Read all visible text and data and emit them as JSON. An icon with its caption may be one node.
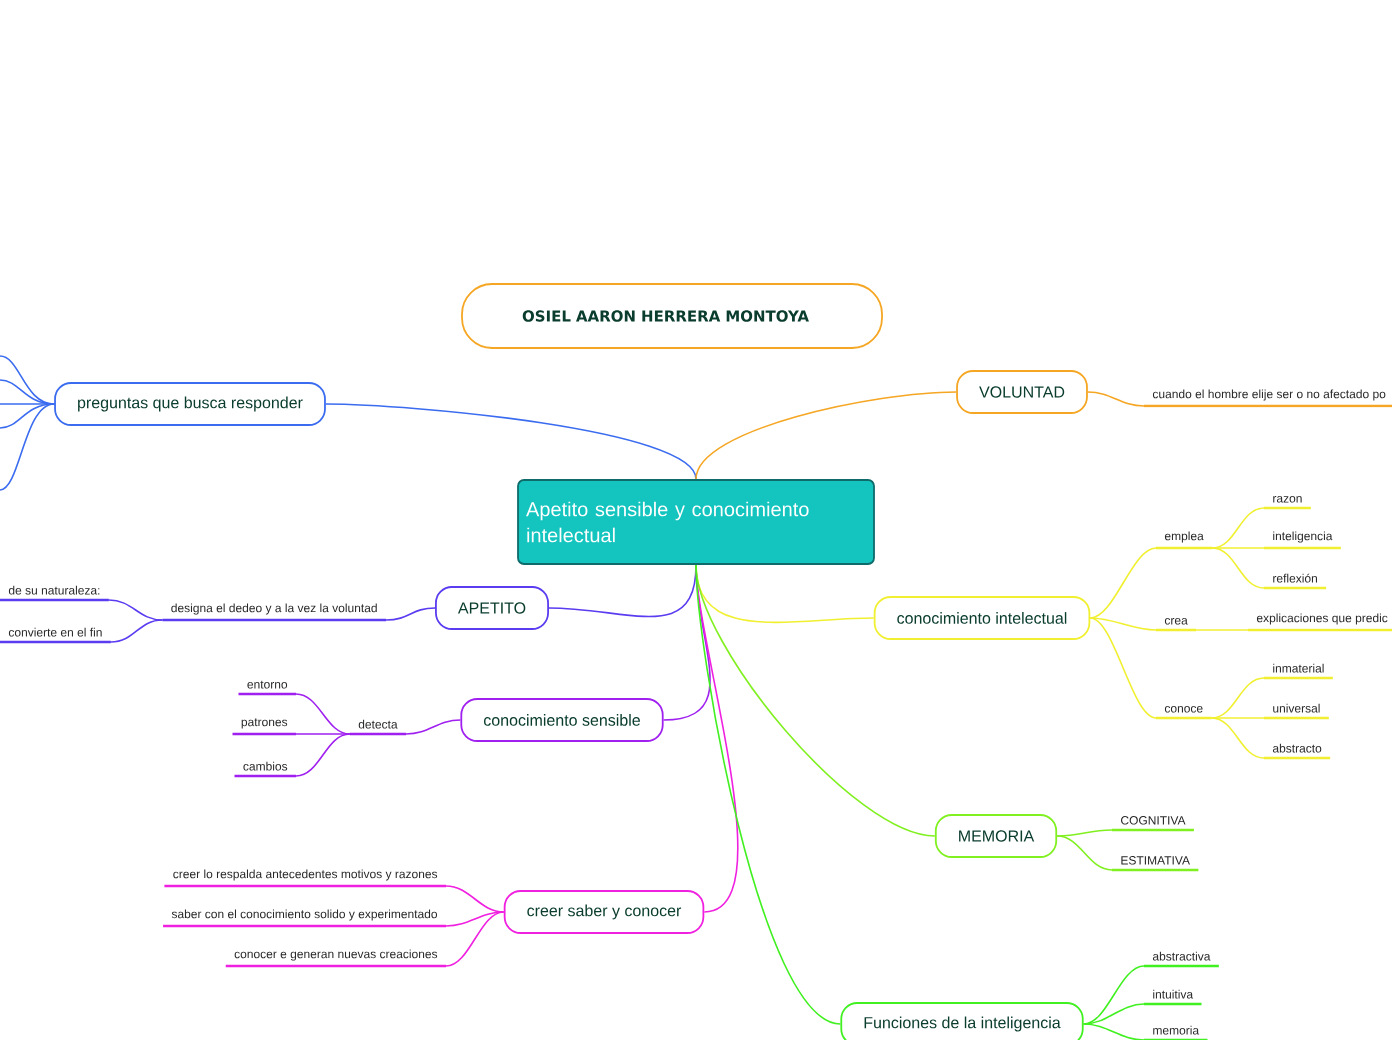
{
  "diagram": {
    "nodes": [
      {
        "text": [
          "OSIEL AARON HERRERA MONTOYA"
        ]
      },
      {
        "text": [
          "Apetito sensible y conocimiento intelectual"
        ]
      },
      {
        "text": [
          "preguntas que busca responder"
        ]
      },
      {
        "text": [
          "VOLUNTAD"
        ]
      },
      {
        "text": [
          "cuando el hombre elije ser o no afectado po"
        ]
      },
      {
        "text": [
          "conocimiento intelectual"
        ]
      },
      {
        "text": [
          "emplea"
        ]
      },
      {
        "text": [
          "razon"
        ]
      },
      {
        "text": [
          "inteligencia"
        ]
      },
      {
        "text": [
          "reflexión"
        ]
      },
      {
        "text": [
          "crea"
        ]
      },
      {
        "text": [
          "explicaciones que predic"
        ]
      },
      {
        "text": [
          "conoce"
        ]
      },
      {
        "text": [
          "inmaterial"
        ]
      },
      {
        "text": [
          "universal"
        ]
      },
      {
        "text": [
          "abstracto"
        ]
      },
      {
        "text": [
          "APETITO"
        ]
      },
      {
        "text": [
          "designa el dedeo y a la vez la voluntad"
        ]
      },
      {
        "text": [
          "de su naturaleza:"
        ]
      },
      {
        "text": [
          "convierte en el fin"
        ]
      },
      {
        "text": [
          "conocimiento sensible"
        ]
      },
      {
        "text": [
          "detecta"
        ]
      },
      {
        "text": [
          "entorno"
        ]
      },
      {
        "text": [
          "patrones"
        ]
      },
      {
        "text": [
          "cambios"
        ]
      },
      {
        "text": [
          "creer saber y conocer"
        ]
      },
      {
        "text": [
          "creer lo respalda antecedentes motivos y razones"
        ]
      },
      {
        "text": [
          "saber con el conocimiento solido y experimentado"
        ]
      },
      {
        "text": [
          "conocer e generan nuevas creaciones"
        ]
      },
      {
        "text": [
          "MEMORIA"
        ]
      },
      {
        "text": [
          "COGNITIVA"
        ]
      },
      {
        "text": [
          "ESTIMATIVA"
        ]
      },
      {
        "text": [
          "Funciones de la inteligencia"
        ]
      },
      {
        "text": [
          "abstractiva"
        ]
      },
      {
        "text": [
          "intuitiva"
        ]
      },
      {
        "text": [
          "memoria"
        ]
      }
    ],
    "edges": [
      {
        "from": 1,
        "to": 2,
        "arrow": "none",
        "color": "#3b6cf0"
      },
      {
        "from": 2,
        "to": null,
        "arrow": "none",
        "color": "#3b6cf0"
      },
      {
        "from": 2,
        "to": null,
        "arrow": "none",
        "color": "#3b6cf0"
      },
      {
        "from": 2,
        "to": null,
        "arrow": "none",
        "color": "#3b6cf0"
      },
      {
        "from": 2,
        "to": null,
        "arrow": "none",
        "color": "#3b6cf0"
      },
      {
        "from": 2,
        "to": null,
        "arrow": "none",
        "color": "#3b6cf0"
      },
      {
        "from": 1,
        "to": 3,
        "arrow": "none",
        "color": "#f5a623"
      },
      {
        "from": 3,
        "to": 4,
        "arrow": "none",
        "color": "#f5a623"
      },
      {
        "from": 1,
        "to": 5,
        "arrow": "none",
        "color": "#f0f030"
      },
      {
        "from": 5,
        "to": 6,
        "arrow": "none",
        "color": "#f0f030"
      },
      {
        "from": 6,
        "to": 7,
        "arrow": "none",
        "color": "#f0f030"
      },
      {
        "from": 6,
        "to": 8,
        "arrow": "none",
        "color": "#f0f030"
      },
      {
        "from": 6,
        "to": 9,
        "arrow": "none",
        "color": "#f0f030"
      },
      {
        "from": 5,
        "to": 10,
        "arrow": "none",
        "color": "#f0f030"
      },
      {
        "from": 10,
        "to": 11,
        "arrow": "none",
        "color": "#f0f030"
      },
      {
        "from": 5,
        "to": 12,
        "arrow": "none",
        "color": "#f0f030"
      },
      {
        "from": 12,
        "to": 13,
        "arrow": "none",
        "color": "#f0f030"
      },
      {
        "from": 12,
        "to": 14,
        "arrow": "none",
        "color": "#f0f030"
      },
      {
        "from": 12,
        "to": 15,
        "arrow": "none",
        "color": "#f0f030"
      },
      {
        "from": 1,
        "to": 16,
        "arrow": "none",
        "color": "#5b3cf0"
      },
      {
        "from": 16,
        "to": 17,
        "arrow": "none",
        "color": "#5b3cf0"
      },
      {
        "from": 17,
        "to": 18,
        "arrow": "none",
        "color": "#5b3cf0"
      },
      {
        "from": 17,
        "to": 19,
        "arrow": "none",
        "color": "#5b3cf0"
      },
      {
        "from": 1,
        "to": 20,
        "arrow": "none",
        "color": "#a020f0"
      },
      {
        "from": 20,
        "to": 21,
        "arrow": "none",
        "color": "#a020f0"
      },
      {
        "from": 21,
        "to": 22,
        "arrow": "none",
        "color": "#a020f0"
      },
      {
        "from": 21,
        "to": 23,
        "arrow": "none",
        "color": "#a020f0"
      },
      {
        "from": 21,
        "to": 24,
        "arrow": "none",
        "color": "#a020f0"
      },
      {
        "from": 1,
        "to": 25,
        "arrow": "none",
        "color": "#f020e0"
      },
      {
        "from": 25,
        "to": 26,
        "arrow": "none",
        "color": "#f020e0"
      },
      {
        "from": 25,
        "to": 27,
        "arrow": "none",
        "color": "#f020e0"
      },
      {
        "from": 25,
        "to": 28,
        "arrow": "none",
        "color": "#f020e0"
      },
      {
        "from": 1,
        "to": 29,
        "arrow": "none",
        "color": "#80f020"
      },
      {
        "from": 29,
        "to": 30,
        "arrow": "none",
        "color": "#80f020"
      },
      {
        "from": 29,
        "to": 31,
        "arrow": "none",
        "color": "#80f020"
      },
      {
        "from": 1,
        "to": 32,
        "arrow": "none",
        "color": "#40f020"
      },
      {
        "from": 32,
        "to": 33,
        "arrow": "none",
        "color": "#40f020"
      },
      {
        "from": 32,
        "to": 34,
        "arrow": "none",
        "color": "#40f020"
      },
      {
        "from": 32,
        "to": 35,
        "arrow": "none",
        "color": "#40f020"
      }
    ]
  }
}
